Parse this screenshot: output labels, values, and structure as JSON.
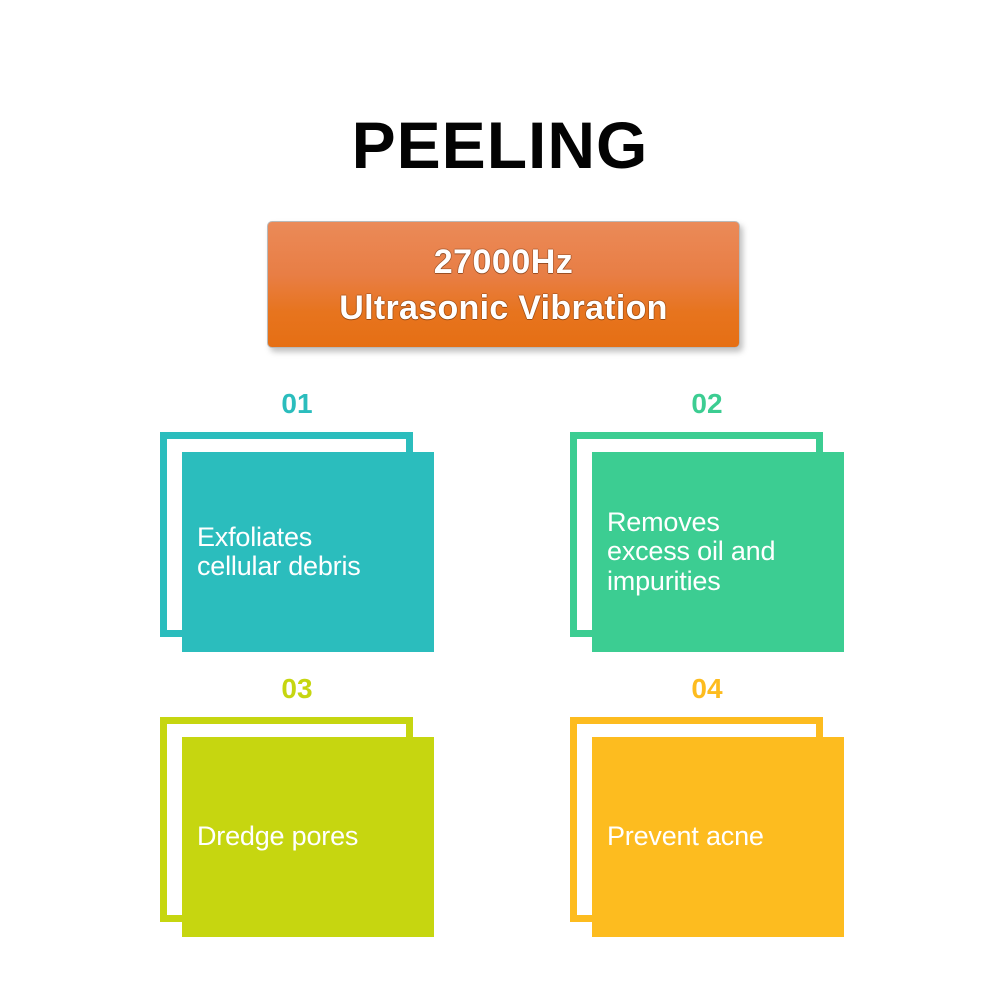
{
  "page": {
    "title": "PEELING",
    "background_color": "#ffffff"
  },
  "banner": {
    "line1": "27000Hz",
    "line2": "Ultrasonic Vibration",
    "gradient_top_color": "#eb8a58",
    "gradient_bottom_color": "#e66f14",
    "text_color": "#ffffff"
  },
  "cards": [
    {
      "number": "01",
      "color": "#2bbdbd",
      "lines": [
        "Exfoliates",
        "cellular debris"
      ],
      "text": "Exfoliates cellular debris"
    },
    {
      "number": "02",
      "color": "#3ccd92",
      "lines": [
        "Removes",
        "excess oil and",
        "impurities"
      ],
      "text": "Removes excess oil and impurities"
    },
    {
      "number": "03",
      "color": "#c6d610",
      "lines": [
        "Dredge pores"
      ],
      "text": "Dredge pores"
    },
    {
      "number": "04",
      "color": "#fdbc1f",
      "lines": [
        "Prevent acne"
      ],
      "text": "Prevent acne"
    }
  ]
}
